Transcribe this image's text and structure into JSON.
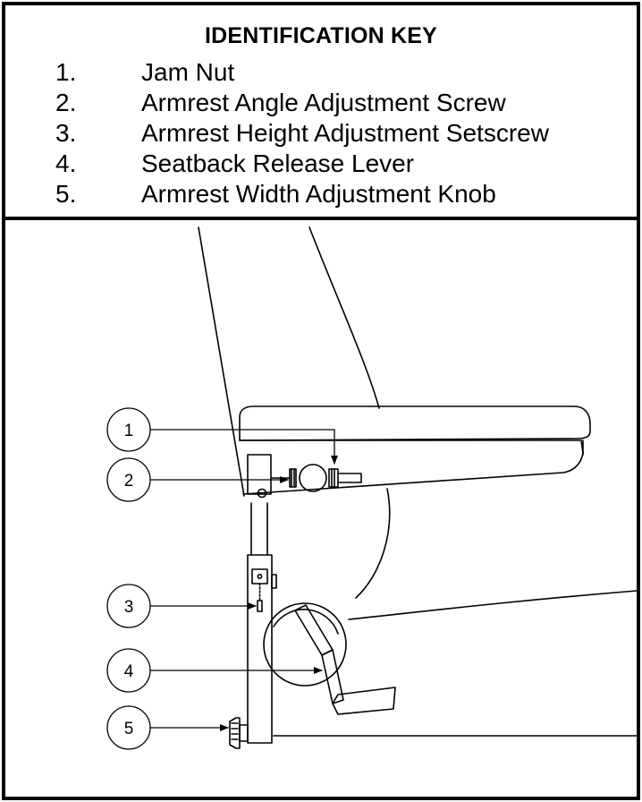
{
  "key": {
    "title": "IDENTIFICATION KEY",
    "items": [
      {
        "num": "1.",
        "label": "Jam Nut"
      },
      {
        "num": "2.",
        "label": "Armrest Angle Adjustment Screw"
      },
      {
        "num": "3.",
        "label": "Armrest Height Adjustment Setscrew"
      },
      {
        "num": "4.",
        "label": "Seatback Release Lever"
      },
      {
        "num": "5.",
        "label": "Armrest Width Adjustment Knob"
      }
    ]
  },
  "callouts": [
    {
      "number": "1",
      "part": "jam-nut"
    },
    {
      "number": "2",
      "part": "armrest-angle-adjustment-screw"
    },
    {
      "number": "3",
      "part": "armrest-height-adjustment-setscrew"
    },
    {
      "number": "4",
      "part": "seatback-release-lever"
    },
    {
      "number": "5",
      "part": "armrest-width-adjustment-knob"
    }
  ],
  "colors": {
    "line": "#000000",
    "background": "#ffffff"
  }
}
